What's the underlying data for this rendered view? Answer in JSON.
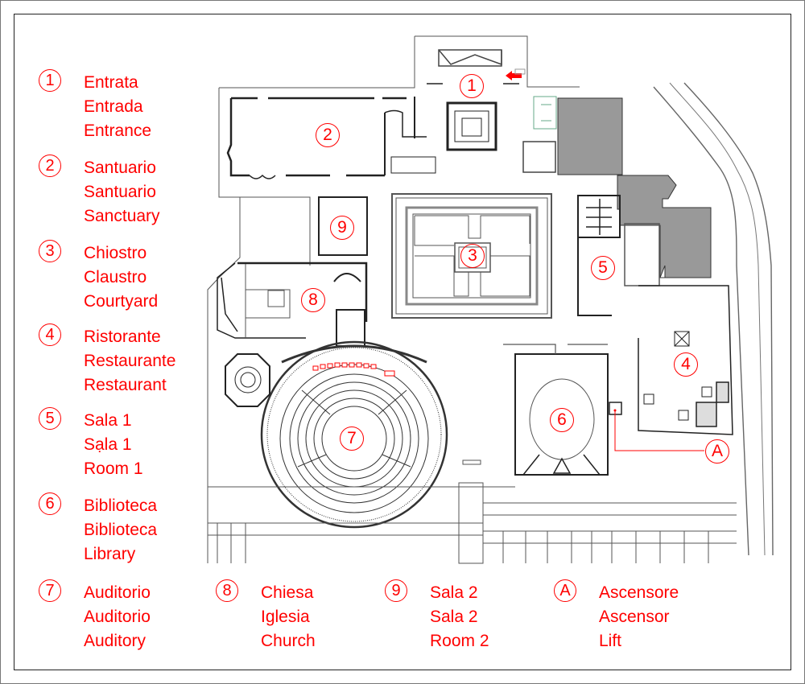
{
  "title": "Floor plan legend",
  "colors": {
    "accent": "#ff0000",
    "wall": "#222222",
    "service_area": "#999999",
    "line": "#666666"
  },
  "legend": [
    {
      "key": "1",
      "names": [
        "Entrata",
        "Entrada",
        "Entrance"
      ]
    },
    {
      "key": "2",
      "names": [
        "Santuario",
        "Santuario",
        "Sanctuary"
      ]
    },
    {
      "key": "3",
      "names": [
        "Chiostro",
        "Claustro",
        "Courtyard"
      ]
    },
    {
      "key": "4",
      "names": [
        "Ristorante",
        "Restaurante",
        "Restaurant"
      ]
    },
    {
      "key": "5",
      "names": [
        "Sala 1",
        "Sạla 1",
        "Room 1"
      ]
    },
    {
      "key": "6",
      "names": [
        "Biblioteca",
        "Biblioteca",
        "Library"
      ]
    },
    {
      "key": "7",
      "names": [
        "Auditorio",
        "Auditorio",
        "Auditory"
      ]
    },
    {
      "key": "8",
      "names": [
        "Chiesa",
        "Iglesia",
        "Church"
      ]
    },
    {
      "key": "9",
      "names": [
        "Sala 2",
        "Sala 2",
        "Room 2"
      ]
    },
    {
      "key": "A",
      "names": [
        "Ascensore",
        "Ascensor",
        "Lift"
      ]
    }
  ],
  "map_markers": {
    "m1": "1",
    "m2": "2",
    "m3": "3",
    "m4": "4",
    "m5": "5",
    "m6": "6",
    "m7": "7",
    "m8": "8",
    "m9": "9",
    "mA": "A"
  },
  "icons": {
    "entrance_arrow": "entrance-arrow-icon"
  }
}
